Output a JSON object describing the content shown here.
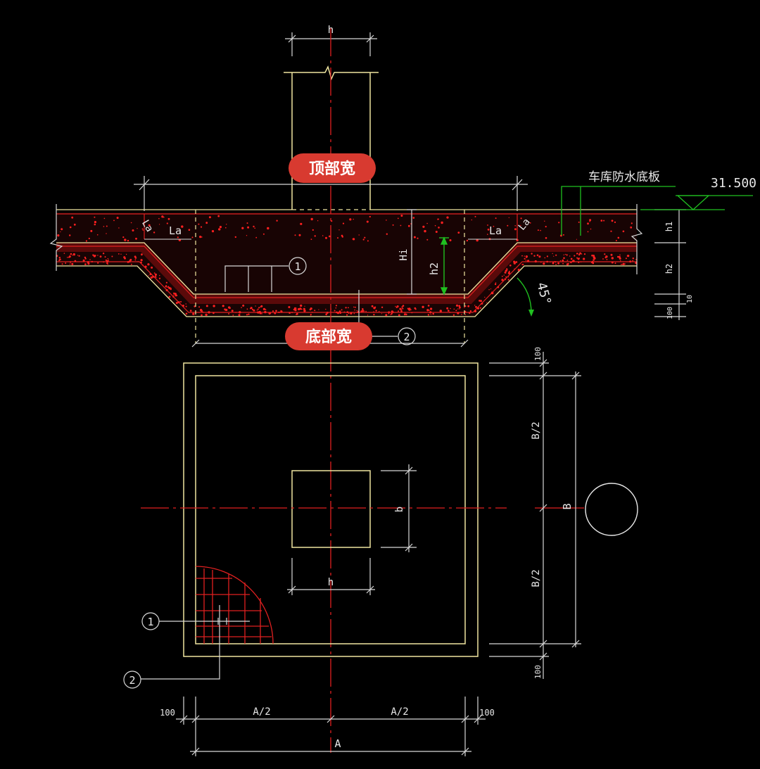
{
  "labels": {
    "top_width": "顶部宽",
    "bottom_width": "底部宽",
    "garage_slab": "车库防水底板",
    "elevation": "31.500",
    "h_top": "h",
    "h_plan": "h",
    "b_plan": "b",
    "la_left": "La",
    "la_right": "La",
    "la_slope_left": "La",
    "la_slope_right": "La",
    "hi": "Hi",
    "h2_mid": "h2",
    "h1_dim": "h1",
    "h2_dim": "h2",
    "dim_10": "10",
    "dim_100_section": "100",
    "angle": "45°",
    "callout_1_section": "1",
    "callout_2_section": "2",
    "callout_1_plan": "1",
    "callout_2_plan": "2",
    "dim_100_top": "100",
    "dim_b_half_top": "B/2",
    "dim_b": "B",
    "dim_b_half_bottom": "B/2",
    "dim_100_bottom": "100",
    "dim_100_left": "100",
    "dim_a_half_left": "A/2",
    "dim_a_half_right": "A/2",
    "dim_100_right": "100",
    "dim_a": "A"
  },
  "colors": {
    "badge_fill": "#d83a30",
    "center_line": "#e02020",
    "outline": "#f0e6a0",
    "dim_line": "#d8d8d8",
    "rebar": "#e02020",
    "green": "#20c020",
    "concrete_dot": "#ff2020"
  }
}
